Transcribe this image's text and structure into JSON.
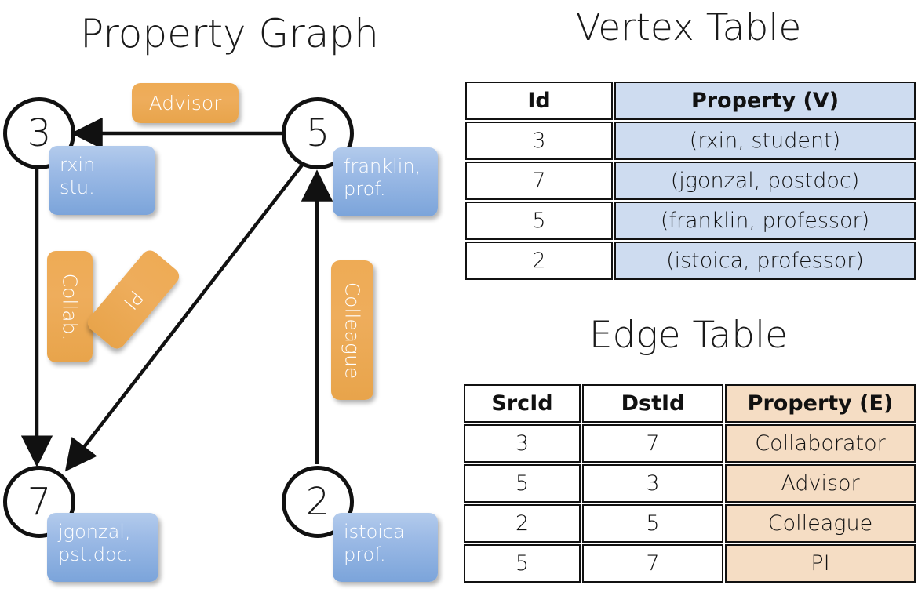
{
  "titles": {
    "property_graph": "Property Graph",
    "vertex_table": "Vertex Table",
    "edge_table": "Edge Table"
  },
  "graph": {
    "nodes": [
      {
        "id": "3",
        "property": "rxin\nstu."
      },
      {
        "id": "5",
        "property": "franklin,\nprof."
      },
      {
        "id": "7",
        "property": "jgonzal,\npst.doc."
      },
      {
        "id": "2",
        "property": "istoica\nprof."
      }
    ],
    "node_labels": {
      "n3": "3",
      "n5": "5",
      "n7": "7",
      "n2": "2"
    },
    "property_lines": {
      "rxin_1": "rxin",
      "rxin_2": "stu.",
      "franklin_1": "franklin,",
      "franklin_2": "prof.",
      "jgonzal_1": "jgonzal,",
      "jgonzal_2": "pst.doc.",
      "istoica_1": "istoica",
      "istoica_2": "prof."
    },
    "edge_labels": {
      "advisor": "Advisor",
      "collab": "Collab.",
      "pi": "PI",
      "colleague": "Colleague"
    },
    "edges": [
      {
        "src": "5",
        "dst": "3",
        "label": "Advisor"
      },
      {
        "src": "3",
        "dst": "7",
        "label": "Collab."
      },
      {
        "src": "5",
        "dst": "7",
        "label": "PI"
      },
      {
        "src": "2",
        "dst": "5",
        "label": "Colleague"
      }
    ]
  },
  "vertex_table": {
    "headers": [
      "Id",
      "Property (V)"
    ],
    "rows": [
      {
        "id": "3",
        "property": "(rxin, student)"
      },
      {
        "id": "7",
        "property": "(jgonzal, postdoc)"
      },
      {
        "id": "5",
        "property": "(franklin, professor)"
      },
      {
        "id": "2",
        "property": "(istoica, professor)"
      }
    ]
  },
  "edge_table": {
    "headers": [
      "SrcId",
      "DstId",
      "Property (E)"
    ],
    "rows": [
      {
        "src": "3",
        "dst": "7",
        "property": "Collaborator"
      },
      {
        "src": "5",
        "dst": "3",
        "property": "Advisor"
      },
      {
        "src": "2",
        "dst": "5",
        "property": "Colleague"
      },
      {
        "src": "5",
        "dst": "7",
        "property": "PI"
      }
    ]
  },
  "colors": {
    "vertex_property_fill": "#cedcf0",
    "edge_property_fill": "#f5ddc4",
    "node_box_blue": "#7ba4da",
    "edge_label_orange": "#eead5c",
    "stroke": "#111111",
    "background": "#ffffff"
  }
}
